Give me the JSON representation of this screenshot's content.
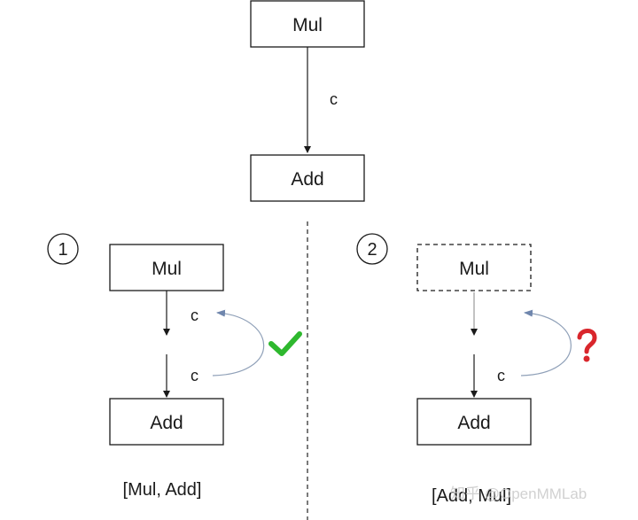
{
  "top": {
    "mul_label": "Mul",
    "edge_label": "c",
    "add_label": "Add"
  },
  "case1": {
    "marker": "1",
    "mul_label": "Mul",
    "edge_label_top": "c",
    "edge_label_bottom": "c",
    "add_label": "Add",
    "order": "[Mul, Add]",
    "status_icon": "check-icon",
    "status_color": "#2eb82e"
  },
  "case2": {
    "marker": "2",
    "mul_label": "Mul",
    "edge_label_bottom": "c",
    "add_label": "Add",
    "order": "[Add, Mul]",
    "status_icon": "question-icon",
    "status_color": "#d9262c"
  },
  "watermark": "知乎 @OpenMMLab",
  "colors": {
    "stroke": "#1a1a1a",
    "curve": "#8fa0b8",
    "divider": "#333333"
  }
}
